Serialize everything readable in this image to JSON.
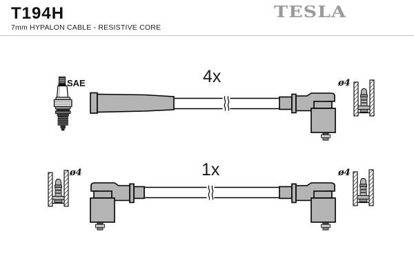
{
  "header": {
    "part_number": "T194H",
    "description": "7mm HYPALON CABLE - RESISTIVE CORE",
    "brand_logo": "TESLA"
  },
  "labels": {
    "spark_plug": "SAE",
    "top_quantity": "4x",
    "bottom_quantity": "1x",
    "top_right_diameter": "ø4",
    "bottom_left_diameter": "ø4",
    "bottom_right_diameter": "ø4"
  },
  "icons": {
    "spark_plug": "spark-plug-icon",
    "straight_boot": "straight-spark-plug-boot-icon",
    "elbow_boot": "right-angle-spark-plug-boot-icon",
    "socket_cross_section": "distributor-socket-cross-section-icon",
    "cable_break": "cable-break-symbol-icon"
  },
  "colors": {
    "logo_gray": "#9b9b9b",
    "boot_gray": "#b4b4b4",
    "outline": "#000000",
    "rule_gray": "#c6c6c6"
  }
}
